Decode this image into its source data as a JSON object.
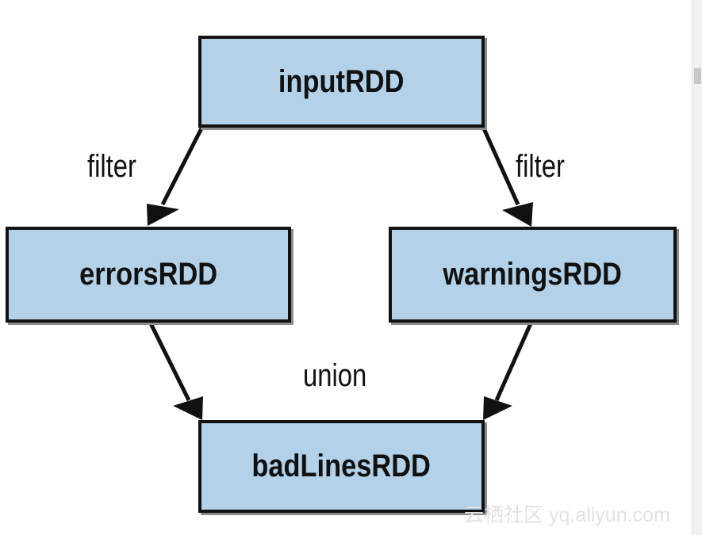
{
  "diagram": {
    "nodes": {
      "input": "inputRDD",
      "errors": "errorsRDD",
      "warnings": "warningsRDD",
      "badlines": "badLinesRDD"
    },
    "edge_labels": {
      "filter_left": "filter",
      "filter_right": "filter",
      "union": "union"
    },
    "edges": [
      {
        "from": "inputRDD",
        "to": "errorsRDD",
        "label": "filter"
      },
      {
        "from": "inputRDD",
        "to": "warningsRDD",
        "label": "filter"
      },
      {
        "from": "errorsRDD",
        "to": "badLinesRDD",
        "label": "union"
      },
      {
        "from": "warningsRDD",
        "to": "badLinesRDD",
        "label": "union"
      }
    ],
    "colors": {
      "node_fill": "#b3d1e8",
      "node_border": "#111111",
      "arrow": "#111111"
    }
  },
  "watermark": "云栖社区 yq.aliyun.com"
}
